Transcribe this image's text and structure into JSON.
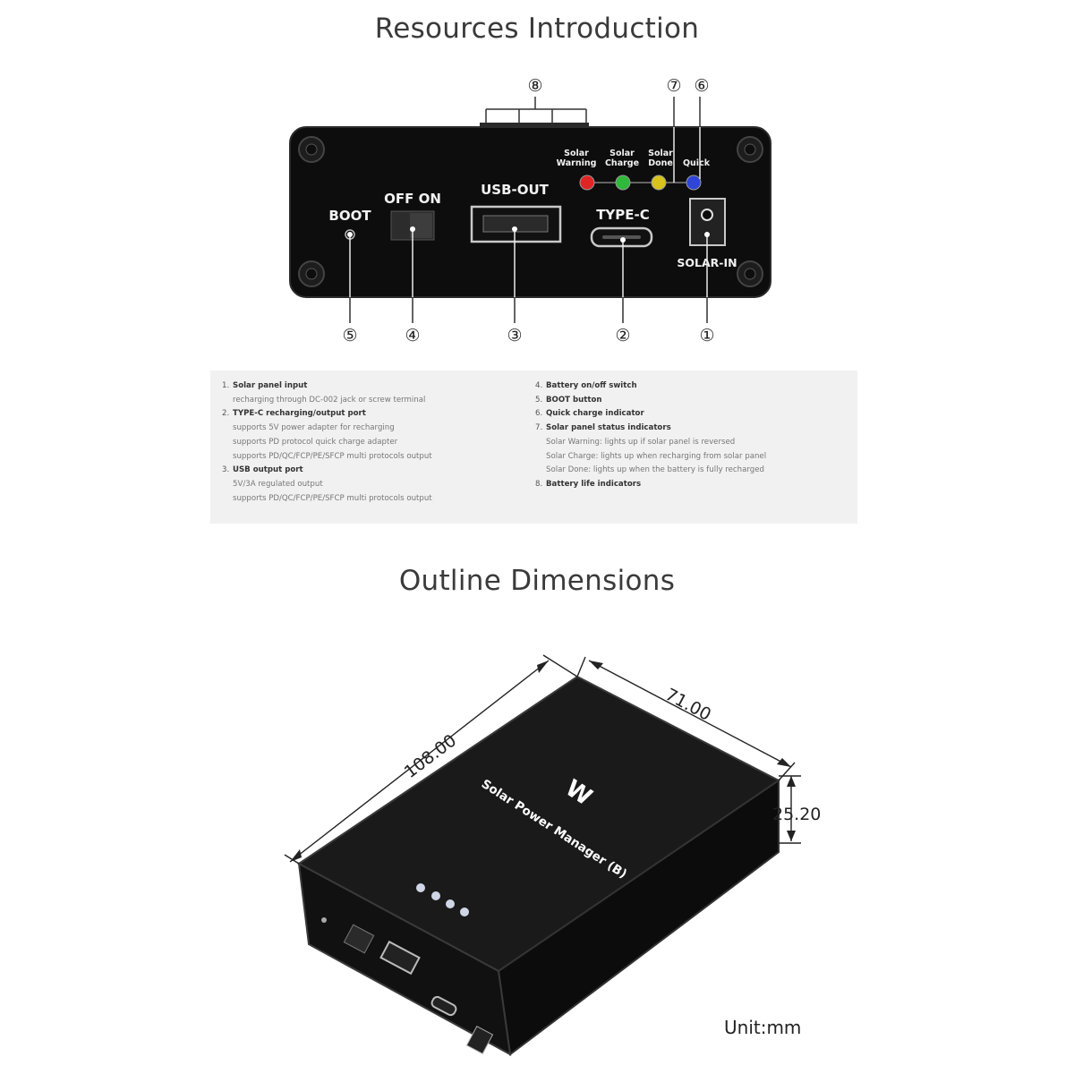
{
  "resources": {
    "title": "Resources Introduction",
    "panel_labels": {
      "boot": "BOOT",
      "switch": "OFF ON",
      "usb_out": "USB-OUT",
      "type_c": "TYPE-C",
      "solar_in": "SOLAR-IN"
    },
    "led_labels": [
      {
        "line1": "Solar",
        "line2": "Warning",
        "color": "#e02525"
      },
      {
        "line1": "Solar",
        "line2": "Charge",
        "color": "#2fb83a"
      },
      {
        "line1": "Solar",
        "line2": "Done",
        "color": "#d8c21b"
      },
      {
        "line1": "",
        "line2": "Quick",
        "color": "#2f45d8"
      }
    ],
    "callouts": [
      "①",
      "②",
      "③",
      "④",
      "⑤",
      "⑥",
      "⑦",
      "⑧"
    ],
    "description_left": [
      {
        "num": "1.",
        "head": "Solar panel input",
        "subs": [
          "recharging through DC-002 jack or screw terminal"
        ]
      },
      {
        "num": "2.",
        "head": "TYPE-C recharging/output port",
        "subs": [
          "supports 5V power adapter for recharging",
          "supports PD protocol quick charge adapter",
          "supports PD/QC/FCP/PE/SFCP multi protocols output"
        ]
      },
      {
        "num": "3.",
        "head": "USB output port",
        "subs": [
          "5V/3A regulated output",
          "supports PD/QC/FCP/PE/SFCP multi protocols output"
        ]
      }
    ],
    "description_right": [
      {
        "num": "4.",
        "head": "Battery on/off switch",
        "subs": []
      },
      {
        "num": "5.",
        "head": "BOOT button",
        "subs": []
      },
      {
        "num": "6.",
        "head": "Quick charge indicator",
        "subs": []
      },
      {
        "num": "7.",
        "head": "Solar panel status indicators",
        "subs": [
          "Solar Warning: lights up if solar panel is reversed",
          "Solar Charge: lights up when recharging from solar panel",
          "Solar Done: lights up when the battery is fully recharged"
        ]
      },
      {
        "num": "8.",
        "head": "Battery life indicators",
        "subs": []
      }
    ]
  },
  "outline": {
    "title": "Outline Dimensions",
    "dim_length": "108.00",
    "dim_width": "71.00",
    "dim_height": "25.20",
    "unit": "Unit:mm",
    "product_name": "Solar Power Manager (B)"
  }
}
